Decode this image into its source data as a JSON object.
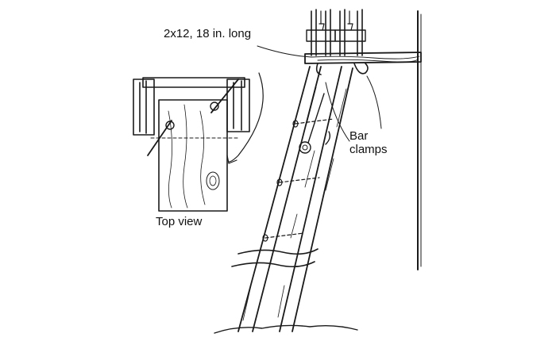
{
  "labels": {
    "board": "2x12, 18 in. long",
    "clamps_line1": "Bar",
    "clamps_line2": "clamps",
    "top_view": "Top view"
  },
  "colors": {
    "ink": "#1a1a1a",
    "paper": "#ffffff"
  }
}
